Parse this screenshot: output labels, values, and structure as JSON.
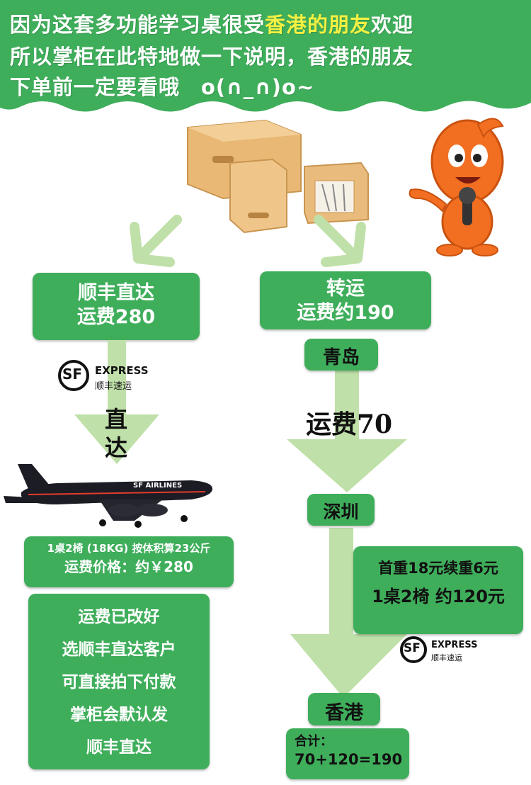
{
  "banner": {
    "line1_a": "因为这套多功能学习桌很受",
    "line1_highlight": "香港的朋友",
    "line1_b": "欢迎",
    "line2": "所以掌柜在此特地做一下说明，香港的朋友",
    "line3": "下单前一定要看哦　o(∩_∩)o~"
  },
  "left_route": {
    "title": "顺丰直达",
    "fee": "运费280",
    "arrow_char_1": "直",
    "arrow_char_2": "达",
    "detail_line1": "1桌2椅 (18KG) 按体积算23公斤",
    "detail_line2": "运费价格：约￥280",
    "note_lines": [
      "运费已改好",
      "选顺丰直达客户",
      "可直接拍下付款",
      "掌柜会默认发",
      "顺丰直达"
    ]
  },
  "right_route": {
    "title": "转运",
    "fee": "运费约190",
    "stop1": "青岛",
    "leg1_fee": "运费70",
    "stop2": "深圳",
    "leg2_line1": "首重18元续重6元",
    "leg2_line2": "1桌2椅 约120元",
    "destination": "香港",
    "total_label": "合计：",
    "total_formula": "70+120=190"
  },
  "logos": {
    "sf_text": "EXPRESS",
    "sf_cn": "顺丰速运",
    "sf_mark": "SF",
    "plane_text": "SF AIRLINES"
  },
  "colors": {
    "brand_green": "#3fae5b",
    "arrow_green": "#bfe0a8",
    "highlight_yellow": "#f3f042"
  }
}
